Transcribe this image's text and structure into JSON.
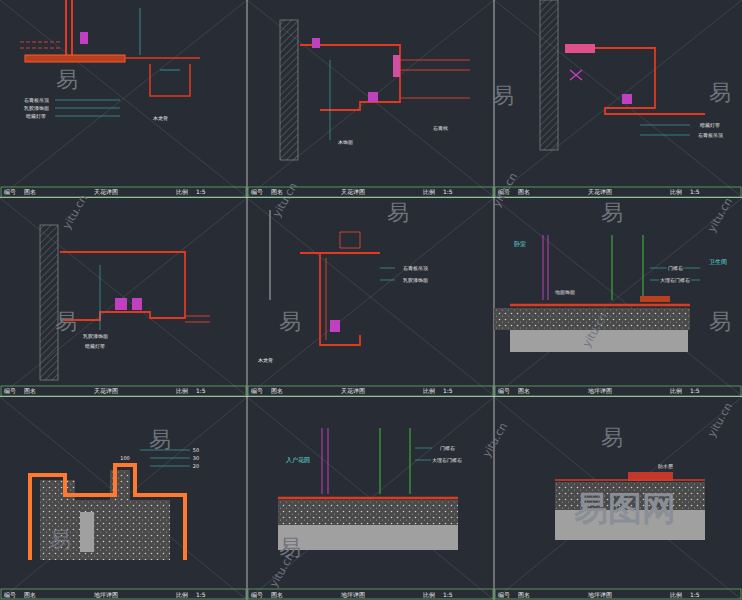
{
  "diagram": {
    "nodes": [
      {
        "text": [
          "编号",
          "图名",
          "天花详图",
          "比例",
          "1:5"
        ]
      },
      {
        "text": [
          "编号",
          "图名",
          "天花详图",
          "比例",
          "1:5"
        ]
      },
      {
        "text": [
          "编号",
          "图名",
          "天花详图",
          "比例",
          "1:5"
        ]
      },
      {
        "text": [
          "编号",
          "图名",
          "天花详图",
          "比例",
          "1:5"
        ]
      },
      {
        "text": [
          "编号",
          "图名",
          "天花详图",
          "比例",
          "1:5"
        ]
      },
      {
        "text": [
          "编号",
          "图名",
          "地坪详图",
          "比例",
          "1:5"
        ]
      },
      {
        "text": [
          "编号",
          "图名",
          "地坪详图",
          "比例",
          "1:5"
        ]
      },
      {
        "text": [
          "编号",
          "图名",
          "地坪详图",
          "比例",
          "1:5"
        ]
      },
      {
        "text": [
          "编号",
          "图名",
          "地坪详图",
          "比例",
          "1:5"
        ]
      }
    ],
    "labels": [
      "易",
      "易",
      "易",
      "易",
      "易",
      "易",
      "易",
      "易",
      "易",
      "易",
      "易",
      "易",
      "yitu.cn",
      "yitu.cn",
      "yitu.cn",
      "yitu.cn",
      "yitu.cn",
      "yitu.cn",
      "yitu.cn",
      "yitu.cn",
      "易图网",
      "石膏板吊顶",
      "乳胶漆饰面",
      "暗藏灯带",
      "木龙骨",
      "木饰面",
      "石膏线",
      "暗藏灯带",
      "石膏板吊顶",
      "乳胶漆饰面",
      "暗藏灯带",
      "石膏板吊顶",
      "乳胶漆饰面",
      "木龙骨",
      "卧室",
      "门槛石",
      "卫生间",
      "大理石门槛石",
      "地面饰面",
      "50",
      "30",
      "20",
      "100",
      "入户花园",
      "门槛石",
      "大理石门槛石",
      "防水层"
    ]
  }
}
